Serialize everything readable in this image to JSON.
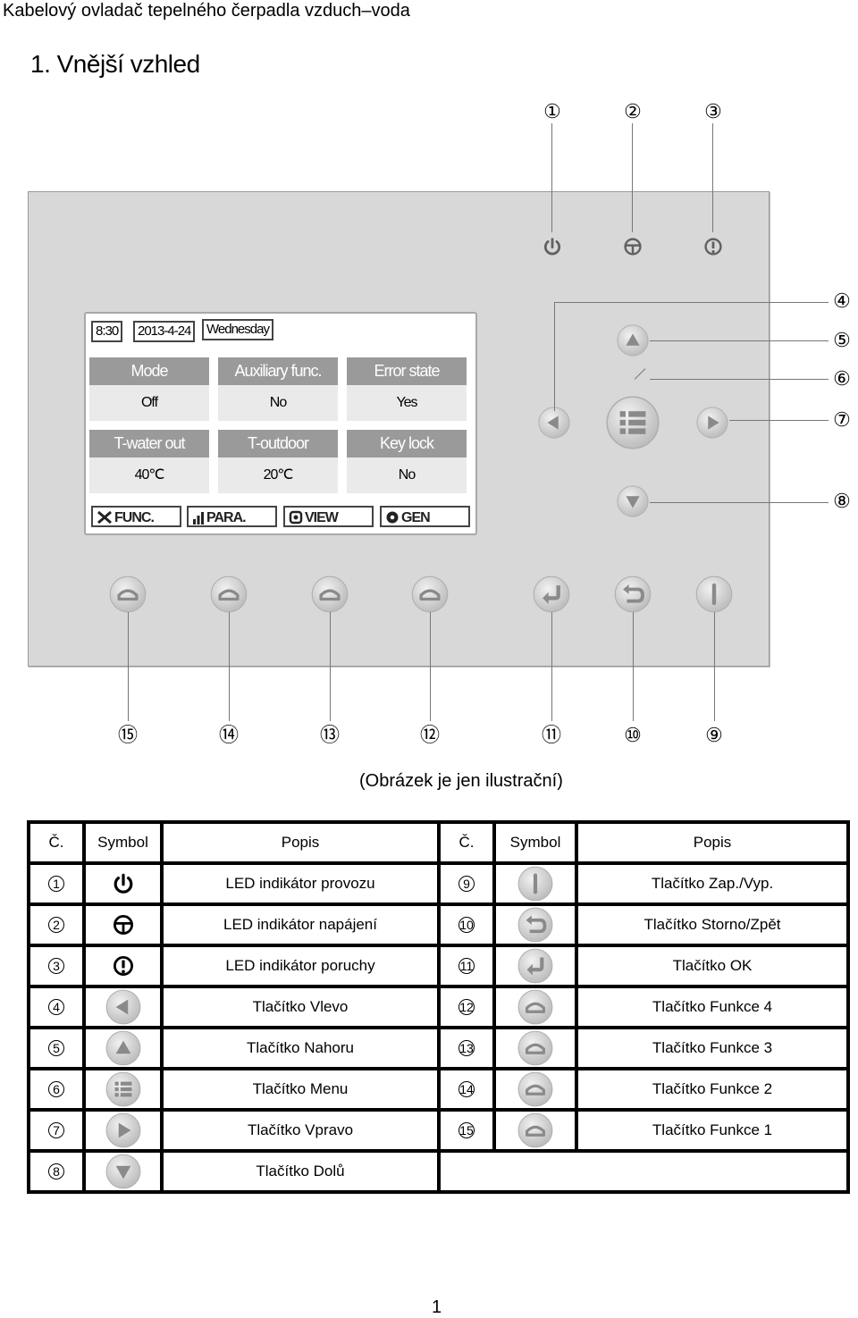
{
  "header": {
    "doc_title": "Kabelový ovladač tepelného čerpadla vzduch–voda",
    "section_title": "1. Vnější vzhled"
  },
  "screen": {
    "time": "8:30",
    "date": "2013-4-24",
    "weekday": "Wednesday",
    "cells": [
      {
        "label": "Mode",
        "value": "Off"
      },
      {
        "label": "Auxiliary func.",
        "value": "No"
      },
      {
        "label": "Error state",
        "value": "Yes"
      },
      {
        "label": "T-water out",
        "value": "40℃"
      },
      {
        "label": "T-outdoor",
        "value": "20℃"
      },
      {
        "label": "Key lock",
        "value": "No"
      }
    ],
    "func_buttons": [
      "FUNC.",
      "PARA.",
      "VIEW",
      "GEN"
    ]
  },
  "callouts": {
    "top": [
      "①",
      "②",
      "③"
    ],
    "right": [
      "④",
      "⑤",
      "⑥",
      "⑦",
      "⑧"
    ],
    "bottom": [
      "⑮",
      "⑭",
      "⑬",
      "⑫",
      "⑪",
      "⑩",
      "⑨"
    ]
  },
  "caption": "(Obrázek je jen ilustrační)",
  "table": {
    "headers": [
      "Č.",
      "Symbol",
      "Popis",
      "Č.",
      "Symbol",
      "Popis"
    ],
    "rows": [
      {
        "ln": "1",
        "li": "power-led",
        "ld": "LED indikátor provozu",
        "rn": "9",
        "ri": "onoff-btn",
        "rd": "Tlačítko Zap./Vyp."
      },
      {
        "ln": "2",
        "li": "supply-led",
        "ld": "LED indikátor napájení",
        "rn": "10",
        "ri": "back-btn",
        "rd": "Tlačítko Storno/Zpět"
      },
      {
        "ln": "3",
        "li": "fault-led",
        "ld": "LED indikátor poruchy",
        "rn": "11",
        "ri": "ok-btn",
        "rd": "Tlačítko OK"
      },
      {
        "ln": "4",
        "li": "left-btn",
        "ld": "Tlačítko Vlevo",
        "rn": "12",
        "ri": "func-btn",
        "rd": "Tlačítko Funkce 4"
      },
      {
        "ln": "5",
        "li": "up-btn",
        "ld": "Tlačítko Nahoru",
        "rn": "13",
        "ri": "func-btn",
        "rd": "Tlačítko Funkce 3"
      },
      {
        "ln": "6",
        "li": "menu-btn",
        "ld": "Tlačítko Menu",
        "rn": "14",
        "ri": "func-btn",
        "rd": "Tlačítko Funkce 2"
      },
      {
        "ln": "7",
        "li": "right-btn",
        "ld": "Tlačítko Vpravo",
        "rn": "15",
        "ri": "func-btn",
        "rd": "Tlačítko Funkce 1"
      },
      {
        "ln": "8",
        "li": "down-btn",
        "ld": "Tlačítko Dolů",
        "rn": "",
        "ri": "",
        "rd": ""
      }
    ]
  },
  "page_number": "1"
}
